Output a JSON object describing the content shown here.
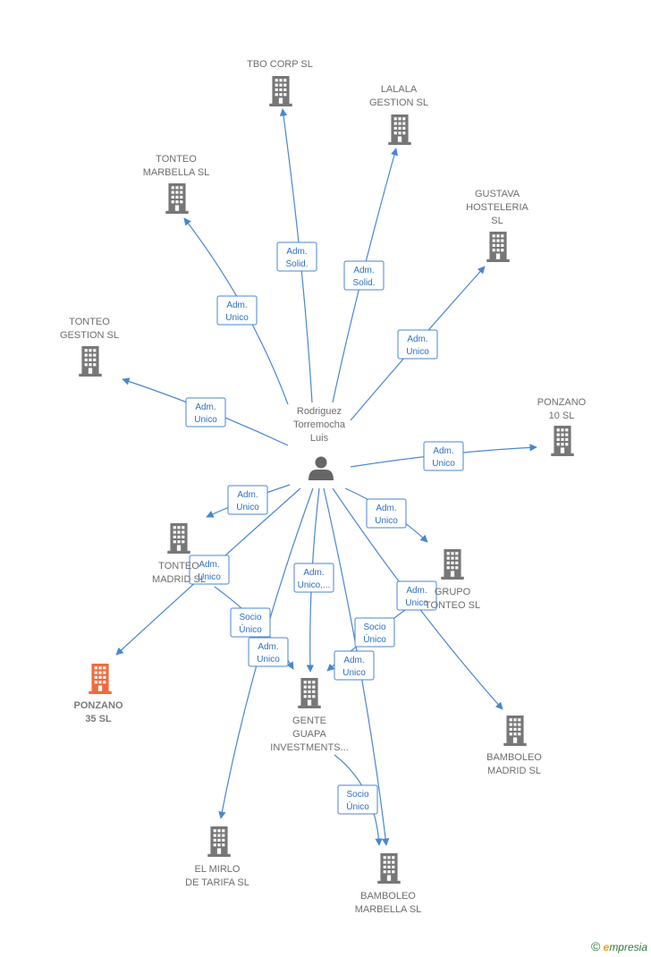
{
  "colors": {
    "edge": "#4a86d1",
    "building": "#777777",
    "highlight": "#f26a3c",
    "person": "#666666"
  },
  "person": {
    "lines": [
      "Rodriguez",
      "Torremocha",
      "Luis"
    ],
    "icon": "person-icon"
  },
  "companies": [
    {
      "id": "tbo",
      "lines": [
        "TBO CORP  SL"
      ]
    },
    {
      "id": "lalala",
      "lines": [
        "LALALA",
        "GESTION  SL"
      ]
    },
    {
      "id": "tonteo_marbella",
      "lines": [
        "TONTEO",
        "MARBELLA  SL"
      ]
    },
    {
      "id": "gustava",
      "lines": [
        "GUSTAVA",
        "HOSTELERIA",
        "SL"
      ]
    },
    {
      "id": "tonteo_gestion",
      "lines": [
        "TONTEO",
        "GESTION  SL"
      ]
    },
    {
      "id": "ponzano10",
      "lines": [
        "PONZANO",
        "10  SL"
      ]
    },
    {
      "id": "tonteo_madrid",
      "lines": [
        "TONTEO",
        "MADRID  SL"
      ]
    },
    {
      "id": "grupo_tonteo",
      "lines": [
        "GRUPO",
        "TONTEO  SL"
      ]
    },
    {
      "id": "ponzano35",
      "lines": [
        "PONZANO",
        "35  SL"
      ],
      "highlight": true
    },
    {
      "id": "gente_guapa",
      "lines": [
        "GENTE",
        "GUAPA",
        "INVESTMENTS..."
      ]
    },
    {
      "id": "bamboleo_madrid",
      "lines": [
        "BAMBOLEO",
        "MADRID  SL"
      ]
    },
    {
      "id": "el_mirlo",
      "lines": [
        "EL MIRLO",
        "DE TARIFA  SL"
      ]
    },
    {
      "id": "bamboleo_marbella",
      "lines": [
        "BAMBOLEO",
        "MARBELLA  SL"
      ]
    }
  ],
  "relations": [
    {
      "to": "tbo",
      "lines": [
        "Adm.",
        "Solid."
      ]
    },
    {
      "to": "lalala",
      "lines": [
        "Adm.",
        "Solid."
      ]
    },
    {
      "to": "tonteo_marbella",
      "lines": [
        "Adm.",
        "Unico"
      ]
    },
    {
      "to": "gustava",
      "lines": [
        "Adm.",
        "Unico"
      ]
    },
    {
      "to": "tonteo_gestion",
      "lines": [
        "Adm.",
        "Unico"
      ]
    },
    {
      "to": "ponzano10",
      "lines": [
        "Adm.",
        "Unico"
      ]
    },
    {
      "to": "tonteo_madrid",
      "lines": [
        "Adm.",
        "Unico"
      ]
    },
    {
      "to": "grupo_tonteo",
      "lines": [
        "Adm.",
        "Unico"
      ]
    },
    {
      "to": "ponzano35",
      "lines": [
        "Adm.",
        "Unico"
      ]
    },
    {
      "to": "gente_guapa",
      "lines": [
        "Adm.",
        "Unico,..."
      ]
    },
    {
      "to": "bamboleo_madrid",
      "lines": [
        "Adm.",
        "Unico"
      ]
    },
    {
      "to": "el_mirlo",
      "lines": [
        "Adm.",
        "Unico"
      ]
    },
    {
      "to": "bamboleo_marbella",
      "lines": [
        "Adm.",
        "Unico"
      ]
    },
    {
      "from": "tonteo_madrid",
      "to": "gente_guapa",
      "lines": [
        "Socio",
        "Único"
      ]
    },
    {
      "from": "grupo_tonteo",
      "to": "gente_guapa",
      "lines": [
        "Socio",
        "Único"
      ]
    },
    {
      "from": "gente_guapa",
      "to": "bamboleo_marbella",
      "lines": [
        "Socio",
        "Único"
      ]
    }
  ],
  "brand": {
    "copyright": "©",
    "e": "e",
    "rest": "mpresia"
  }
}
